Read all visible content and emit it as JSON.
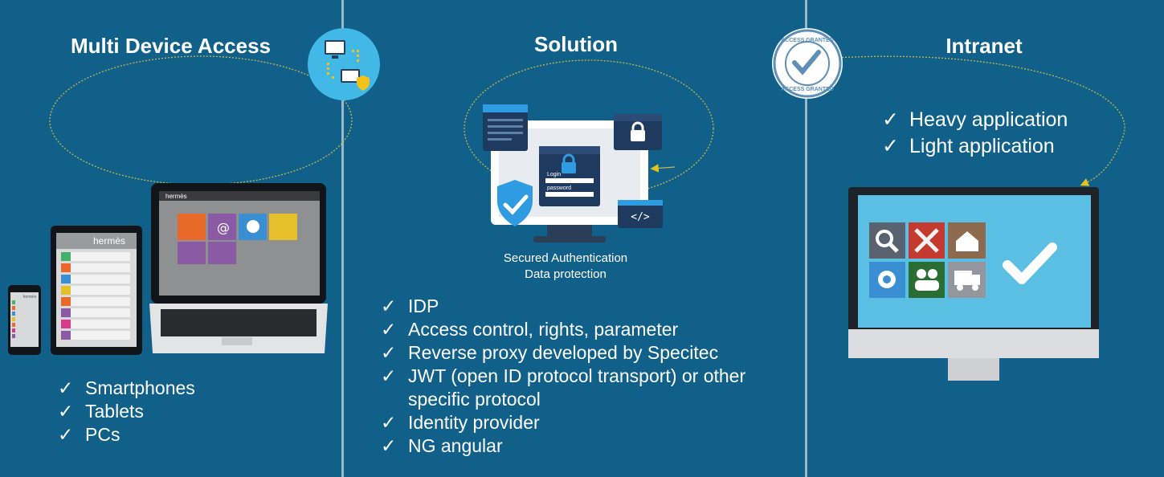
{
  "columns": {
    "left": {
      "title": "Multi Device Access",
      "items": [
        "Smartphones",
        "Tablets",
        "PCs"
      ],
      "laptop_brand": "hermès",
      "tablet_brand": "hermès",
      "phone_brand": "hermès"
    },
    "center": {
      "title": "Solution",
      "caption_line1": "Secured Authentication",
      "caption_line2": "Data protection",
      "items": [
        "IDP",
        "Access control, rights, parameter",
        "Reverse proxy developed by Specitec",
        "JWT (open ID protocol transport) or other",
        "specific protocol",
        "Identity provider",
        "NG angular"
      ],
      "checked_rows": [
        true,
        true,
        true,
        true,
        false,
        true,
        true
      ],
      "monitor_login_label": "Login",
      "monitor_password_label": "password",
      "code_label": "</>"
    },
    "right": {
      "title": "Intranet",
      "items": [
        "Heavy application",
        "Light application"
      ],
      "badge_top_text": "ACCESS GRANTED",
      "badge_bottom_text": "ACCESS GRANTED"
    }
  },
  "check_glyph": "✓",
  "colors": {
    "background": "#10608a",
    "divider": "#9bb8c8",
    "ellipse": "#c9b84a",
    "screen": "#5bbfe3",
    "tile_orange": "#e8692a",
    "tile_purple": "#8b5aa5",
    "tile_blue": "#3a8fd3",
    "tile_yellow": "#e6c02a"
  },
  "icons": [
    "device-sync-icon",
    "access-granted-stamp-icon",
    "search-icon",
    "tools-icon",
    "home-icon",
    "gear-icon",
    "users-icon",
    "truck-icon",
    "checkmark-icon",
    "shield-icon",
    "lock-icon",
    "code-icon"
  ]
}
